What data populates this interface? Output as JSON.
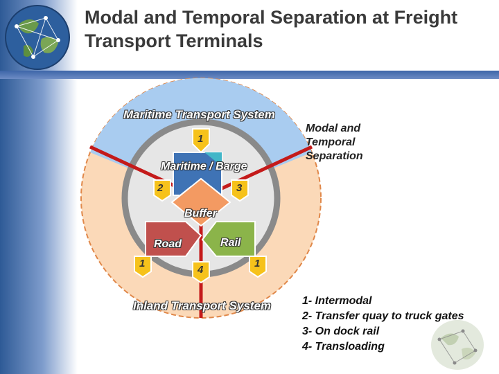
{
  "title": "Modal and Temporal Separation at Freight Transport Terminals",
  "diagram": {
    "maritime_system": "Maritime Transport System",
    "inland_system": "Inland Transport System",
    "maritime_barge": "Maritime / Barge",
    "buffer": "Buffer",
    "road": "Road",
    "rail": "Rail",
    "markers": {
      "top_1": "1",
      "left_2": "2",
      "right_3": "3",
      "left_1": "1",
      "bottom_4": "4",
      "right_1": "1"
    }
  },
  "separation_label": "Modal and Temporal Separation",
  "legend": [
    "1- Intermodal",
    "2- Transfer quay to truck gates",
    "3- On dock rail",
    "4- Transloading"
  ],
  "colors": {
    "maritime_zone": "#a9ccf0",
    "inland_zone": "#fbd9b8",
    "ring": "#8a8a8a",
    "separator": "#c41a1a",
    "maritime_box": "#3f73b5",
    "buffer_box": "#f39a62",
    "road_box": "#c0504d",
    "rail_box": "#8bb44a",
    "marker": "#f6c21b"
  },
  "icons": [
    "globe-icon"
  ]
}
